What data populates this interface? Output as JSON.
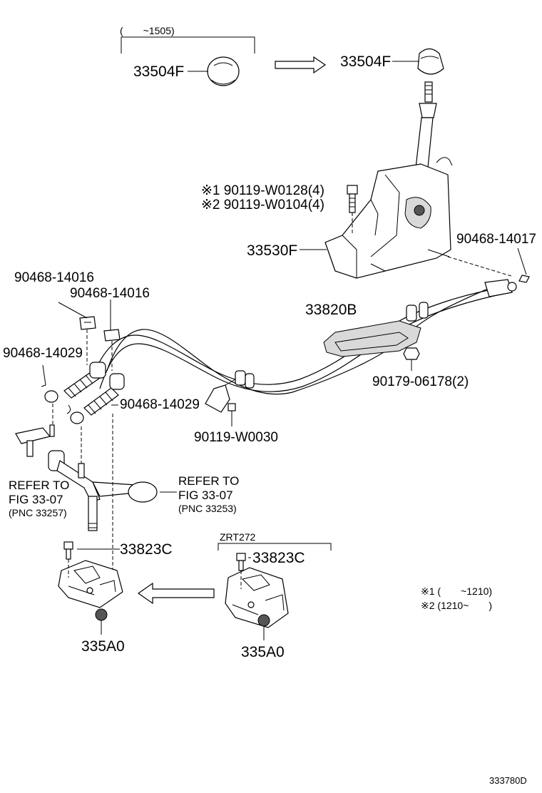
{
  "notes": {
    "top_range": "(　　~1505)",
    "zrt": "ZRT272",
    "note1": "※1 (　　~1210)",
    "note2": "※2 (1210~　　)"
  },
  "parts": {
    "knob_old": "33504F",
    "knob_new": "33504F",
    "bolt1": "※1 90119-W0128(4)",
    "bolt2": "※2 90119-W0104(4)",
    "shift_lever_assy": "33530F",
    "clip_right": "90468-14017",
    "clip_a": "90468-14016",
    "clip_b": "90468-14016",
    "cable": "33820B",
    "clip_c": "90468-14029",
    "clip_d": "90468-14029",
    "nut": "90179-06178(2)",
    "bolt3": "90119-W0030",
    "bracket_bolt_left": "33823C",
    "bracket_bolt_right": "33823C",
    "bracket_left": "335A0",
    "bracket_right": "335A0"
  },
  "references": {
    "left_line1": "REFER TO",
    "left_line2": "FIG 33-07",
    "left_line3": "(PNC 33257)",
    "right_line1": "REFER TO",
    "right_line2": "FIG 33-07",
    "right_line3": "(PNC 33253)"
  },
  "figure_id": "333780D"
}
